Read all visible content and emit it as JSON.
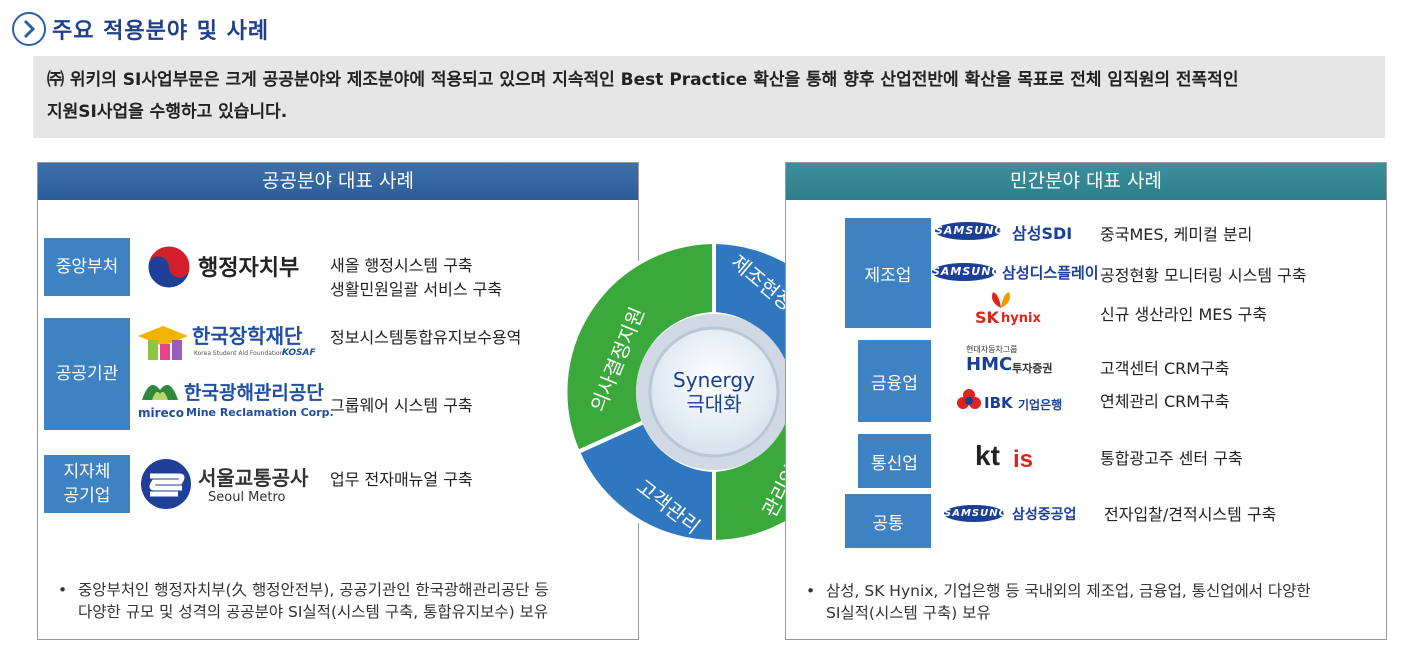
{
  "header": {
    "title": "주요 적용분야 및 사례",
    "intro_line1": "㈜ 위키의 SI사업부문은 크게 공공분야와 제조분야에 적용되고 있으며 지속적인 Best Practice 확산을 통해 향후 산업전반에 확산을 목표로 전체 임직원의 전폭적인",
    "intro_line2": "지원SI사업을 수행하고 있습니다."
  },
  "public": {
    "title": "공공분야 대표 사례",
    "categories": {
      "central": "중앙부처",
      "institution": "공공기관",
      "local_line1": "지자체",
      "local_line2": "공기업"
    },
    "orgs": {
      "mois": "행정자치부",
      "kosaf": "한국장학재단",
      "kosaf_sub": "Korea Student Aid Foundation",
      "kosaf_abbr": "KOSAF",
      "mireco": "한국광해관리공단",
      "mireco_en": "Mine Reclamation Corp.",
      "mireco_abbr": "mireco",
      "seoul": "서울교통공사",
      "seoul_en": "Seoul Metro"
    },
    "items": {
      "mois_1": "새올 행정시스템 구축",
      "mois_2": "생활민원일괄 서비스 구축",
      "kosaf": "정보시스템통합유지보수용역",
      "mireco": "그룹웨어 시스템 구축",
      "seoul": "업무 전자매뉴얼 구축"
    },
    "summary_line1": "중앙부처인 행정자치부(久 행정안전부), 공공기관인 한국광해관리공단 등",
    "summary_line2": "다양한 규모 및 성격의 공공분야 SI실적(시스템 구축, 통합유지보수) 보유"
  },
  "center": {
    "synergy_line1": "Synergy",
    "synergy_line2": "극대화",
    "ring": [
      "의사결정지원",
      "제조현장관리",
      "관리업무지원",
      "고객관리"
    ]
  },
  "private": {
    "title": "민간분야 대표 사례",
    "categories": {
      "manufacturing": "제조업",
      "finance": "금융업",
      "telecom": "통신업",
      "common": "공통"
    },
    "orgs": {
      "samsung": "SAMSUNG",
      "sdi": "삼성SDI",
      "display": "삼성디스플레이",
      "sk": "SK",
      "hynix": "hynix",
      "hmc_group": "현대자동차그룹",
      "hmc": "HMC",
      "hmc_sub": "투자증권",
      "ibk": "IBK",
      "ibk_sub": "기업은행",
      "kt": "kt",
      "kt_is": "is",
      "heavy": "삼성중공업"
    },
    "items": {
      "sdi": "중국MES, 케미컬 분리",
      "display": "공정현황 모니터링 시스템 구축",
      "hynix": "신규 생산라인 MES 구축",
      "hmc": "고객센터 CRM구축",
      "ibk": "연체관리 CRM구축",
      "kt": "통합광고주 센터 구축",
      "heavy": "전자입찰/견적시스템 구축"
    },
    "summary_line1": "삼성, SK Hynix, 기업은행 등 국내외의 제조업, 금융업, 통신업에서 다양한",
    "summary_line2": "SI실적(시스템 구축) 보유"
  },
  "colors": {
    "ring_green": "#3aa83a",
    "ring_blue": "#2f78c0",
    "public_header": "#2d5d99",
    "private_header": "#2e7f8c",
    "category": "#3e82c4"
  },
  "icons": {
    "title": "chevron-circle-icon",
    "bullet": "bullet-dot-icon"
  }
}
